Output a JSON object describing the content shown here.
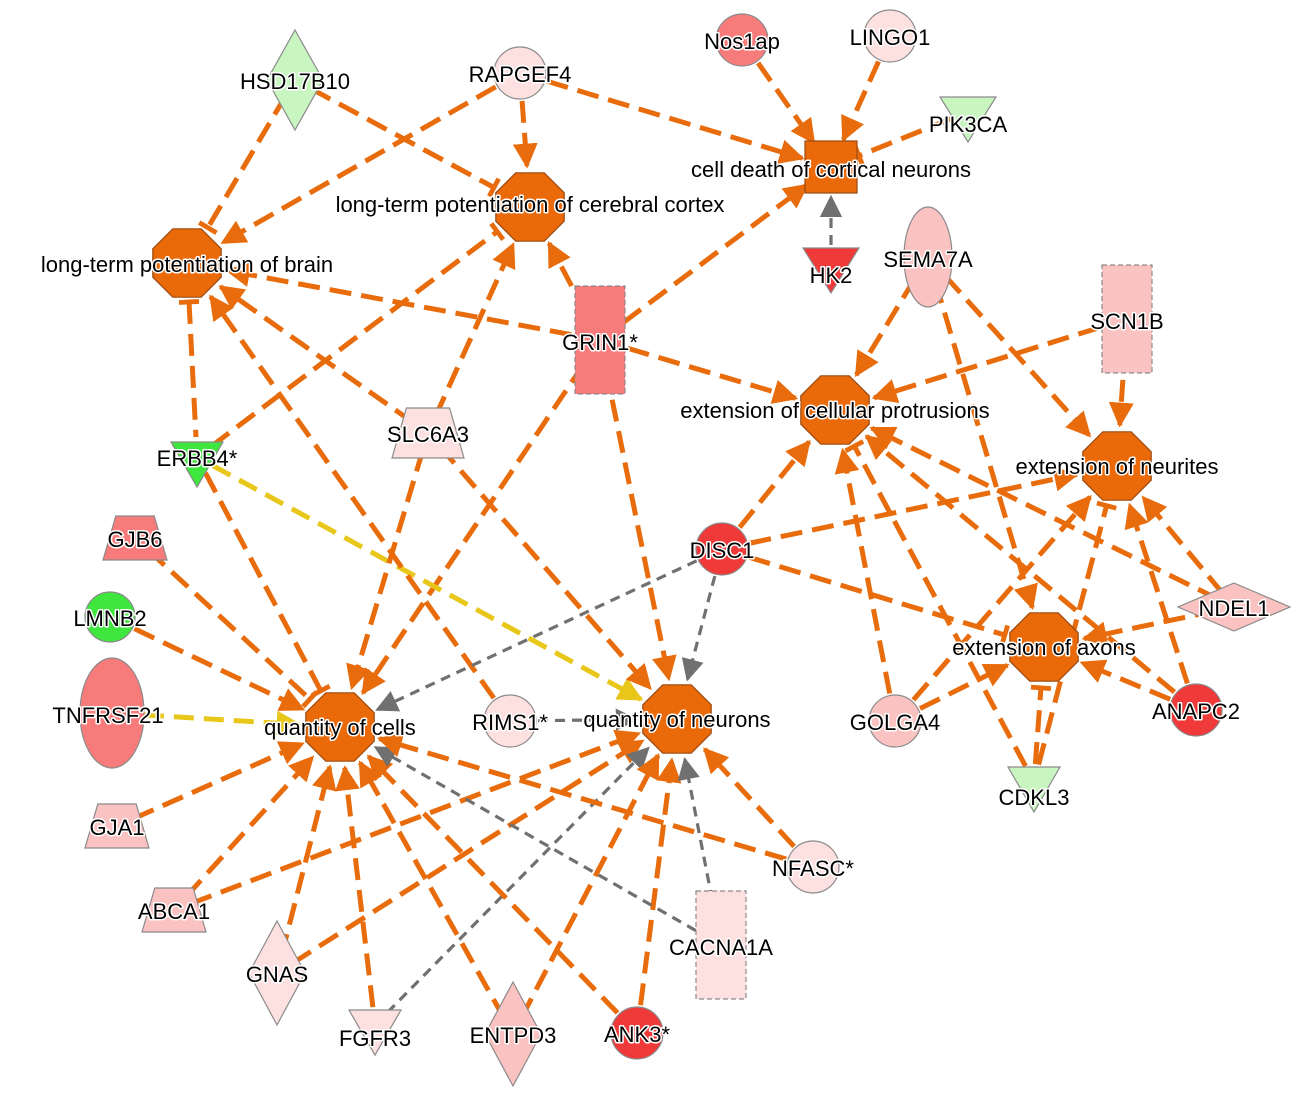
{
  "colors": {
    "orange": "#e86c0c",
    "grey": "#707070",
    "yellow": "#e8c71a",
    "function_fill": "#ea6a0a",
    "function_stroke": "#9a4a10",
    "red_strong": "#f03a3a",
    "red_medium": "#f87b7b",
    "pink_light": "#fbc2c2",
    "pink_pale": "#fde0e0",
    "green_strong": "#3ee63e",
    "green_pale": "#c8f5c0"
  },
  "functions": [
    {
      "id": "ltp_cortex",
      "label": "long-term potentiation of cerebral cortex"
    },
    {
      "id": "ltp_brain",
      "label": "long-term potentiation of brain"
    },
    {
      "id": "cell_death",
      "label": "cell death of cortical neurons"
    },
    {
      "id": "ext_protrusions",
      "label": "extension of cellular protrusions"
    },
    {
      "id": "ext_neurites",
      "label": "extension of neurites"
    },
    {
      "id": "ext_axons",
      "label": "extension of axons"
    },
    {
      "id": "qty_cells",
      "label": "quantity of cells"
    },
    {
      "id": "qty_neurons",
      "label": "quantity of neurons"
    }
  ],
  "molecules": [
    {
      "id": "HSD17B10",
      "label": "HSD17B10",
      "shape": "diamond",
      "color": "green_pale"
    },
    {
      "id": "RAPGEF4",
      "label": "RAPGEF4",
      "shape": "circle",
      "color": "pink_pale"
    },
    {
      "id": "Nos1ap",
      "label": "Nos1ap",
      "shape": "circle",
      "color": "red_medium"
    },
    {
      "id": "LINGO1",
      "label": "LINGO1",
      "shape": "circle",
      "color": "pink_pale"
    },
    {
      "id": "PIK3CA",
      "label": "PIK3CA",
      "shape": "triangle-down",
      "color": "green_pale"
    },
    {
      "id": "HK2",
      "label": "HK2",
      "shape": "triangle-down",
      "color": "red_strong"
    },
    {
      "id": "SEMA7A",
      "label": "SEMA7A",
      "shape": "ellipse",
      "color": "pink_light"
    },
    {
      "id": "SCN1B",
      "label": "SCN1B",
      "shape": "rect-dashed",
      "color": "pink_light"
    },
    {
      "id": "GRIN1",
      "label": "GRIN1*",
      "shape": "rect-dashed",
      "color": "red_medium"
    },
    {
      "id": "SLC6A3",
      "label": "SLC6A3",
      "shape": "trapezoid",
      "color": "pink_pale"
    },
    {
      "id": "ERBB4",
      "label": "ERBB4*",
      "shape": "triangle-down",
      "color": "green_strong"
    },
    {
      "id": "GJB6",
      "label": "GJB6",
      "shape": "trapezoid",
      "color": "red_medium"
    },
    {
      "id": "LMNB2",
      "label": "LMNB2",
      "shape": "circle",
      "color": "green_strong"
    },
    {
      "id": "TNFRSF21",
      "label": "TNFRSF21",
      "shape": "ellipse",
      "color": "red_medium"
    },
    {
      "id": "GJA1",
      "label": "GJA1",
      "shape": "trapezoid",
      "color": "pink_light"
    },
    {
      "id": "ABCA1",
      "label": "ABCA1",
      "shape": "trapezoid",
      "color": "pink_light"
    },
    {
      "id": "GNAS",
      "label": "GNAS",
      "shape": "diamond",
      "color": "pink_pale"
    },
    {
      "id": "FGFR3",
      "label": "FGFR3",
      "shape": "triangle-down",
      "color": "pink_pale"
    },
    {
      "id": "ENTPD3",
      "label": "ENTPD3",
      "shape": "diamond",
      "color": "pink_light"
    },
    {
      "id": "ANK3",
      "label": "ANK3*",
      "shape": "circle",
      "color": "red_strong"
    },
    {
      "id": "CACNA1A",
      "label": "CACNA1A",
      "shape": "rect-dashed",
      "color": "pink_pale"
    },
    {
      "id": "NFASC",
      "label": "NFASC*",
      "shape": "circle",
      "color": "pink_pale"
    },
    {
      "id": "RIMS1",
      "label": "RIMS1*",
      "shape": "circle",
      "color": "pink_pale"
    },
    {
      "id": "DISC1",
      "label": "DISC1",
      "shape": "circle",
      "color": "red_strong"
    },
    {
      "id": "GOLGA4",
      "label": "GOLGA4",
      "shape": "circle",
      "color": "pink_light"
    },
    {
      "id": "CDKL3",
      "label": "CDKL3",
      "shape": "triangle-down",
      "color": "green_pale"
    },
    {
      "id": "NDEL1",
      "label": "NDEL1",
      "shape": "diamond",
      "color": "pink_light"
    },
    {
      "id": "ANAPC2",
      "label": "ANAPC2",
      "shape": "circle",
      "color": "red_strong"
    }
  ],
  "edges": [
    {
      "from": "RAPGEF4",
      "to": "ltp_cortex",
      "style": "orange",
      "head": "arrow"
    },
    {
      "from": "RAPGEF4",
      "to": "ltp_brain",
      "style": "orange",
      "head": "arrow"
    },
    {
      "from": "RAPGEF4",
      "to": "cell_death",
      "style": "orange",
      "head": "arrow"
    },
    {
      "from": "HSD17B10",
      "to": "ltp_brain",
      "style": "orange",
      "head": "bar"
    },
    {
      "from": "HSD17B10",
      "to": "ltp_cortex",
      "style": "orange",
      "head": "bar"
    },
    {
      "from": "Nos1ap",
      "to": "cell_death",
      "style": "orange",
      "head": "arrow"
    },
    {
      "from": "LINGO1",
      "to": "cell_death",
      "style": "orange",
      "head": "arrow"
    },
    {
      "from": "PIK3CA",
      "to": "cell_death",
      "style": "orange",
      "head": "bar"
    },
    {
      "from": "HK2",
      "to": "cell_death",
      "style": "grey",
      "head": "arrow"
    },
    {
      "from": "GRIN1",
      "to": "cell_death",
      "style": "orange",
      "head": "arrow"
    },
    {
      "from": "GRIN1",
      "to": "ltp_cortex",
      "style": "orange",
      "head": "arrow"
    },
    {
      "from": "GRIN1",
      "to": "ltp_brain",
      "style": "orange",
      "head": "arrow"
    },
    {
      "from": "GRIN1",
      "to": "ext_protrusions",
      "style": "orange",
      "head": "arrow"
    },
    {
      "from": "GRIN1",
      "to": "qty_cells",
      "style": "orange",
      "head": "arrow"
    },
    {
      "from": "GRIN1",
      "to": "qty_neurons",
      "style": "orange",
      "head": "arrow"
    },
    {
      "from": "ltp_brain",
      "to": "ERBB4",
      "style": "orange",
      "head": "bar-start"
    },
    {
      "from": "ERBB4",
      "to": "ltp_cortex",
      "style": "orange",
      "head": "bar"
    },
    {
      "from": "ERBB4",
      "to": "qty_cells",
      "style": "orange",
      "head": "bar"
    },
    {
      "from": "ERBB4",
      "to": "qty_neurons",
      "style": "yellow",
      "head": "arrow"
    },
    {
      "from": "SLC6A3",
      "to": "ltp_brain",
      "style": "orange",
      "head": "arrow"
    },
    {
      "from": "SLC6A3",
      "to": "ltp_cortex",
      "style": "orange",
      "head": "arrow"
    },
    {
      "from": "SLC6A3",
      "to": "qty_cells",
      "style": "orange",
      "head": "arrow"
    },
    {
      "from": "SLC6A3",
      "to": "qty_neurons",
      "style": "orange",
      "head": "arrow"
    },
    {
      "from": "RIMS1",
      "to": "ltp_brain",
      "style": "orange",
      "head": "arrow"
    },
    {
      "from": "RIMS1",
      "to": "qty_neurons",
      "style": "grey",
      "head": "arrow"
    },
    {
      "from": "SEMA7A",
      "to": "ext_protrusions",
      "style": "orange",
      "head": "arrow"
    },
    {
      "from": "SEMA7A",
      "to": "ext_neurites",
      "style": "orange",
      "head": "arrow"
    },
    {
      "from": "SEMA7A",
      "to": "ext_axons",
      "style": "orange",
      "head": "arrow"
    },
    {
      "from": "SCN1B",
      "to": "ext_protrusions",
      "style": "orange",
      "head": "arrow"
    },
    {
      "from": "SCN1B",
      "to": "ext_neurites",
      "style": "orange",
      "head": "arrow"
    },
    {
      "from": "DISC1",
      "to": "ext_protrusions",
      "style": "orange",
      "head": "arrow"
    },
    {
      "from": "DISC1",
      "to": "ext_neurites",
      "style": "orange",
      "head": "arrow"
    },
    {
      "from": "DISC1",
      "to": "ext_axons",
      "style": "orange",
      "head": "bar"
    },
    {
      "from": "DISC1",
      "to": "qty_neurons",
      "style": "grey",
      "head": "arrow"
    },
    {
      "from": "DISC1",
      "to": "qty_cells",
      "style": "grey",
      "head": "arrow"
    },
    {
      "from": "NDEL1",
      "to": "ext_protrusions",
      "style": "orange",
      "head": "arrow"
    },
    {
      "from": "NDEL1",
      "to": "ext_neurites",
      "style": "orange",
      "head": "arrow"
    },
    {
      "from": "NDEL1",
      "to": "ext_axons",
      "style": "orange",
      "head": "arrow"
    },
    {
      "from": "ANAPC2",
      "to": "ext_protrusions",
      "style": "orange",
      "head": "arrow"
    },
    {
      "from": "ANAPC2",
      "to": "ext_neurites",
      "style": "orange",
      "head": "arrow"
    },
    {
      "from": "ANAPC2",
      "to": "ext_axons",
      "style": "orange",
      "head": "arrow"
    },
    {
      "from": "GOLGA4",
      "to": "ext_protrusions",
      "style": "orange",
      "head": "arrow"
    },
    {
      "from": "GOLGA4",
      "to": "ext_neurites",
      "style": "orange",
      "head": "arrow"
    },
    {
      "from": "GOLGA4",
      "to": "ext_axons",
      "style": "orange",
      "head": "arrow"
    },
    {
      "from": "CDKL3",
      "to": "ext_axons",
      "style": "orange",
      "head": "bar"
    },
    {
      "from": "CDKL3",
      "to": "ext_neurites",
      "style": "orange",
      "head": "bar"
    },
    {
      "from": "CDKL3",
      "to": "ext_protrusions",
      "style": "orange",
      "head": "bar"
    },
    {
      "from": "GJB6",
      "to": "qty_cells",
      "style": "orange",
      "head": "bar"
    },
    {
      "from": "LMNB2",
      "to": "qty_cells",
      "style": "orange",
      "head": "arrow"
    },
    {
      "from": "TNFRSF21",
      "to": "qty_cells",
      "style": "yellow",
      "head": "arrow"
    },
    {
      "from": "GJA1",
      "to": "qty_cells",
      "style": "orange",
      "head": "arrow"
    },
    {
      "from": "ABCA1",
      "to": "qty_cells",
      "style": "orange",
      "head": "arrow"
    },
    {
      "from": "ABCA1",
      "to": "qty_neurons",
      "style": "orange",
      "head": "arrow"
    },
    {
      "from": "GNAS",
      "to": "qty_cells",
      "style": "orange",
      "head": "arrow"
    },
    {
      "from": "GNAS",
      "to": "qty_neurons",
      "style": "orange",
      "head": "arrow"
    },
    {
      "from": "FGFR3",
      "to": "qty_cells",
      "style": "orange",
      "head": "arrow"
    },
    {
      "from": "FGFR3",
      "to": "qty_neurons",
      "style": "grey",
      "head": "arrow"
    },
    {
      "from": "ENTPD3",
      "to": "qty_cells",
      "style": "orange",
      "head": "arrow"
    },
    {
      "from": "ENTPD3",
      "to": "qty_neurons",
      "style": "orange",
      "head": "arrow"
    },
    {
      "from": "ANK3",
      "to": "qty_cells",
      "style": "orange",
      "head": "arrow"
    },
    {
      "from": "ANK3",
      "to": "qty_neurons",
      "style": "orange",
      "head": "arrow"
    },
    {
      "from": "CACNA1A",
      "to": "qty_cells",
      "style": "grey",
      "head": "arrow"
    },
    {
      "from": "CACNA1A",
      "to": "qty_neurons",
      "style": "grey",
      "head": "arrow"
    },
    {
      "from": "NFASC",
      "to": "qty_cells",
      "style": "orange",
      "head": "arrow"
    },
    {
      "from": "NFASC",
      "to": "qty_neurons",
      "style": "orange",
      "head": "arrow"
    }
  ]
}
